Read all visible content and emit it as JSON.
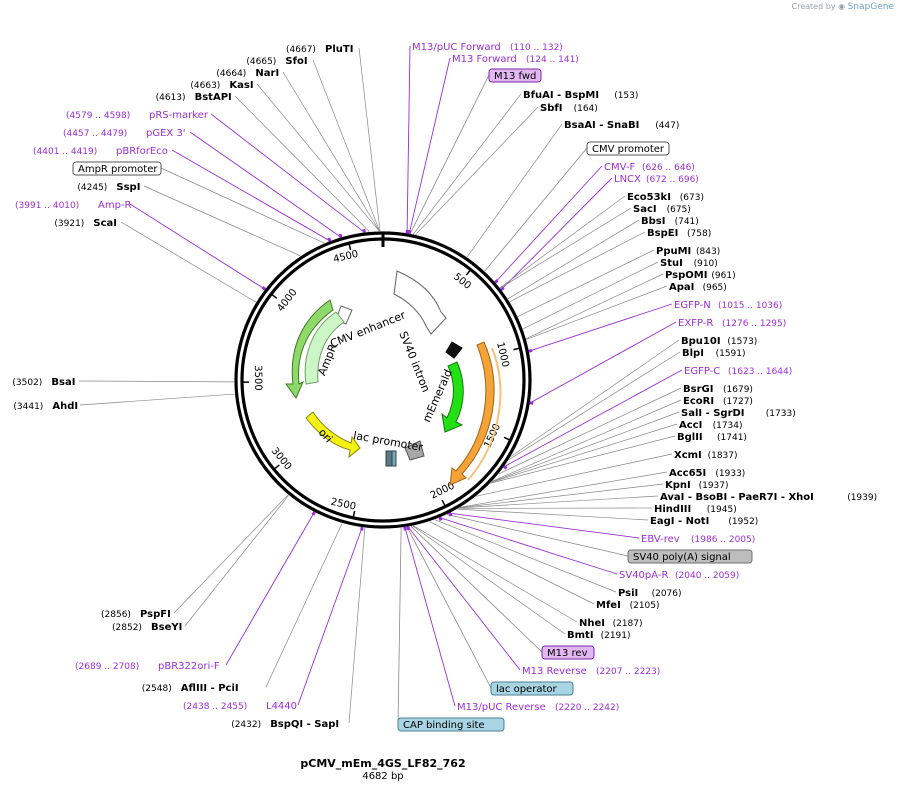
{
  "watermark": {
    "prefix": "Created by",
    "brand": "SnapGene"
  },
  "plasmid": {
    "name": "pCMV_mEm_4GS_LF82_762",
    "size_label": "4682 bp",
    "length": 4682
  },
  "colors": {
    "primer": "#9b2fd6",
    "leader": "#888888",
    "backbone": "#000000"
  },
  "ticks": [
    "500",
    "1000",
    "1500",
    "2000",
    "2500",
    "3000",
    "3500",
    "4000",
    "4500"
  ],
  "enzymes": [
    {
      "name": "PluTI",
      "coord": "(4667)"
    },
    {
      "name": "SfoI",
      "coord": "(4665)"
    },
    {
      "name": "NarI",
      "coord": "(4664)"
    },
    {
      "name": "KasI",
      "coord": "(4663)"
    },
    {
      "name": "BstAPI",
      "coord": "(4613)"
    },
    {
      "name": "SspI",
      "coord": "(4245)"
    },
    {
      "name": "ScaI",
      "coord": "(3921)"
    },
    {
      "name": "BsaI",
      "coord": "(3502)"
    },
    {
      "name": "AhdI",
      "coord": "(3441)"
    },
    {
      "name": "PspFI",
      "coord": "(2856)"
    },
    {
      "name": "BseYI",
      "coord": "(2852)"
    },
    {
      "name": "AflIII - PciI",
      "coord": "(2548)"
    },
    {
      "name": "BspQI - SapI",
      "coord": "(2432)"
    },
    {
      "name": "BfuAI - BspMI",
      "coord": "(153)"
    },
    {
      "name": "SbfI",
      "coord": "(164)"
    },
    {
      "name": "BsaAI - SnaBI",
      "coord": "(447)"
    },
    {
      "name": "Eco53kI",
      "coord": "(673)"
    },
    {
      "name": "SacI",
      "coord": "(675)"
    },
    {
      "name": "BbsI",
      "coord": "(741)"
    },
    {
      "name": "BspEI",
      "coord": "(758)"
    },
    {
      "name": "PpuMI",
      "coord": "(843)"
    },
    {
      "name": "StuI",
      "coord": "(910)"
    },
    {
      "name": "PspOMI",
      "coord": "(961)"
    },
    {
      "name": "ApaI",
      "coord": "(965)"
    },
    {
      "name": "Bpu10I",
      "coord": "(1573)"
    },
    {
      "name": "BlpI",
      "coord": "(1591)"
    },
    {
      "name": "BsrGI",
      "coord": "(1679)"
    },
    {
      "name": "EcoRI",
      "coord": "(1727)"
    },
    {
      "name": "SalI - SgrDI",
      "coord": "(1733)"
    },
    {
      "name": "AccI",
      "coord": "(1734)"
    },
    {
      "name": "BglII",
      "coord": "(1741)"
    },
    {
      "name": "XcmI",
      "coord": "(1837)"
    },
    {
      "name": "Acc65I",
      "coord": "(1933)"
    },
    {
      "name": "KpnI",
      "coord": "(1937)"
    },
    {
      "name": "AvaI - BsoBI - PaeR7I - XhoI",
      "coord": "(1939)"
    },
    {
      "name": "HindIII",
      "coord": "(1945)"
    },
    {
      "name": "EagI - NotI",
      "coord": "(1952)"
    },
    {
      "name": "PsiI",
      "coord": "(2076)"
    },
    {
      "name": "MfeI",
      "coord": "(2105)"
    },
    {
      "name": "NheI",
      "coord": "(2187)"
    },
    {
      "name": "BmtI",
      "coord": "(2191)"
    }
  ],
  "primers": [
    {
      "name": "M13/pUC Forward",
      "coord": "(110 .. 132)"
    },
    {
      "name": "M13 Forward",
      "coord": "(124 .. 141)"
    },
    {
      "name": "pRS-marker",
      "coord": "(4579 .. 4598)"
    },
    {
      "name": "pGEX 3'",
      "coord": "(4457 .. 4479)"
    },
    {
      "name": "pBRforEco",
      "coord": "(4401 .. 4419)"
    },
    {
      "name": "Amp-R",
      "coord": "(3991 .. 4010)"
    },
    {
      "name": "pBR322ori-F",
      "coord": "(2689 .. 2708)"
    },
    {
      "name": "L4440",
      "coord": "(2438 .. 2455)"
    },
    {
      "name": "CMV-F",
      "coord": "(626 .. 646)"
    },
    {
      "name": "LNCX",
      "coord": "(672 .. 696)"
    },
    {
      "name": "EGFP-N",
      "coord": "(1015 .. 1036)"
    },
    {
      "name": "EXFP-R",
      "coord": "(1276 .. 1295)"
    },
    {
      "name": "EGFP-C",
      "coord": "(1623 .. 1644)"
    },
    {
      "name": "EBV-rev",
      "coord": "(1986 .. 2005)"
    },
    {
      "name": "SV40pA-R",
      "coord": "(2040 .. 2059)"
    },
    {
      "name": "M13 Reverse",
      "coord": "(2207 .. 2223)"
    },
    {
      "name": "M13/pUC Reverse",
      "coord": "(2220 .. 2242)"
    }
  ],
  "feature_boxes": [
    {
      "name": "M13 fwd",
      "fill": "#e3b7f2",
      "border": "#7a2aa0"
    },
    {
      "name": "CMV promoter",
      "fill": "#ffffff",
      "border": "#555555"
    },
    {
      "name": "AmpR promoter",
      "fill": "#ffffff",
      "border": "#555555"
    },
    {
      "name": "SV40 poly(A) signal",
      "fill": "#bdbdbd",
      "border": "#6f6f6f"
    },
    {
      "name": "M13 rev",
      "fill": "#e3b7f2",
      "border": "#7a2aa0"
    },
    {
      "name": "lac operator",
      "fill": "#a8d4e4",
      "border": "#4d7f91"
    },
    {
      "name": "CAP binding site",
      "fill": "#a8d4e4",
      "border": "#4d7f91"
    }
  ],
  "inner_labels": [
    "CMV enhancer",
    "AmpR",
    "SV40 intron",
    "mEmerald",
    "ori",
    "lac promoter"
  ]
}
